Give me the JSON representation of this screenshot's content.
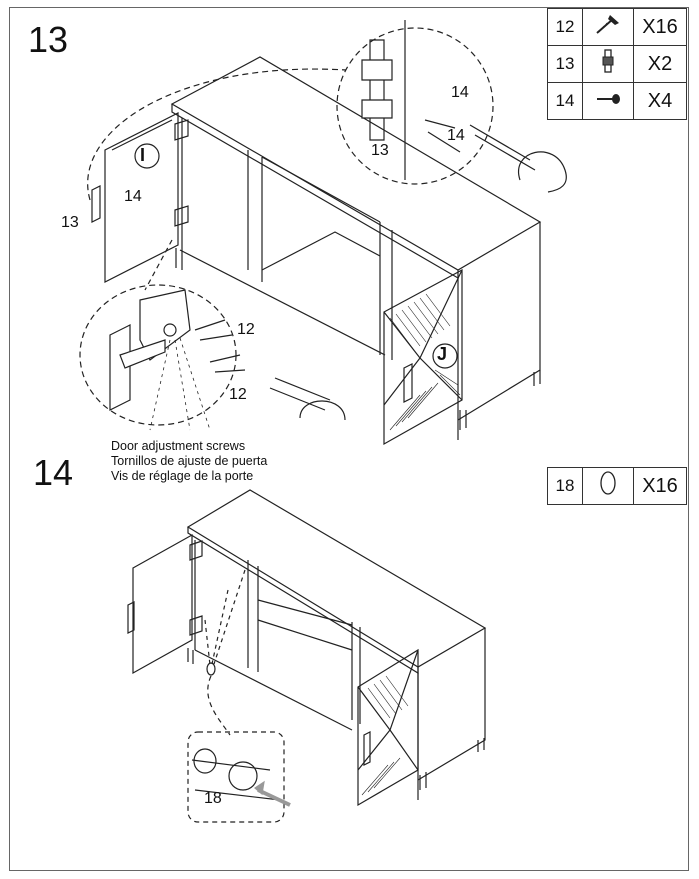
{
  "steps": {
    "step13": {
      "number": "13"
    },
    "step14": {
      "number": "14"
    }
  },
  "parts_table_13": [
    {
      "id": "12",
      "icon": "screw-icon",
      "qty": "X16"
    },
    {
      "id": "13",
      "icon": "hinge-plate-icon",
      "qty": "X2"
    },
    {
      "id": "14",
      "icon": "small-screw-icon",
      "qty": "X4"
    }
  ],
  "parts_table_14": [
    {
      "id": "18",
      "icon": "bumper-pad-icon",
      "qty": "X16"
    }
  ],
  "labels": {
    "door_i": "I",
    "door_j": "J",
    "callout_14a": "14",
    "callout_14b": "14",
    "callout_14c": "14",
    "callout_13a": "13",
    "callout_13b": "13",
    "callout_12a": "12",
    "callout_12b": "12",
    "callout_18": "18"
  },
  "adjustment_note": {
    "en": "Door adjustment screws",
    "es": "Tornillos de ajuste de puerta",
    "fr": "Vis de réglage de la porte"
  }
}
